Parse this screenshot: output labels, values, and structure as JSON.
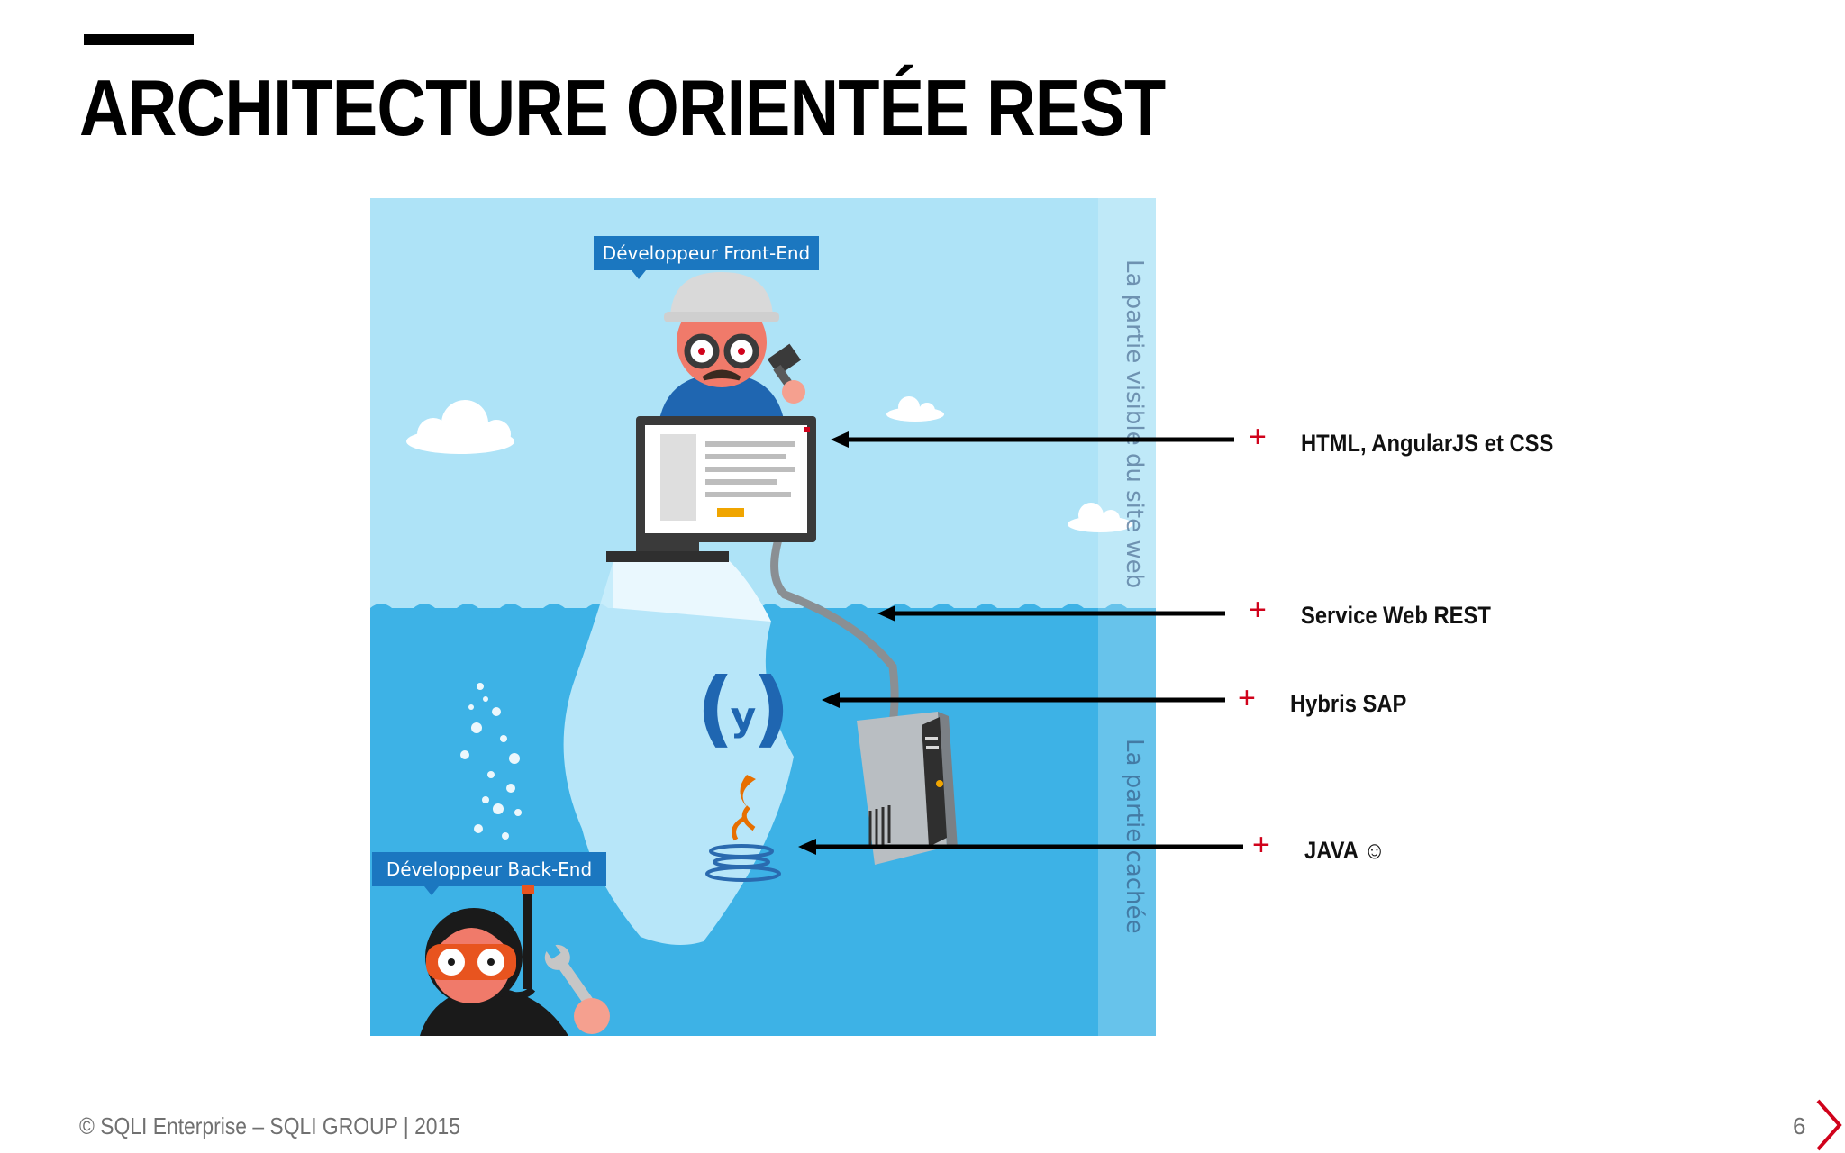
{
  "slide": {
    "title": "ARCHITECTURE ORIENTÉE REST",
    "footer": "© SQLI Enterprise – SQLI GROUP | 2015",
    "page_number": "6"
  },
  "illustration": {
    "front_end_tag": "Développeur Front-End",
    "back_end_tag": "Développeur Back-End",
    "visible_side_label": "La partie visible du site web",
    "hidden_side_label": "La partie cachée",
    "icons": [
      "front-end-developer",
      "computer-monitor",
      "cable",
      "iceberg",
      "hybris-logo",
      "java-logo",
      "server-tower",
      "back-end-diver",
      "clouds",
      "bubbles"
    ]
  },
  "annotations": [
    {
      "marker": "+",
      "label": "HTML, AngularJS et CSS"
    },
    {
      "marker": "+",
      "label": "Service Web REST"
    },
    {
      "marker": "+",
      "label": "Hybris SAP"
    },
    {
      "marker": "+",
      "label": "JAVA ☺"
    }
  ],
  "colors": {
    "sky": "#aee3f7",
    "water": "#3db2e6",
    "tag_blue": "#1b77c0",
    "plus_red": "#d0021b"
  }
}
